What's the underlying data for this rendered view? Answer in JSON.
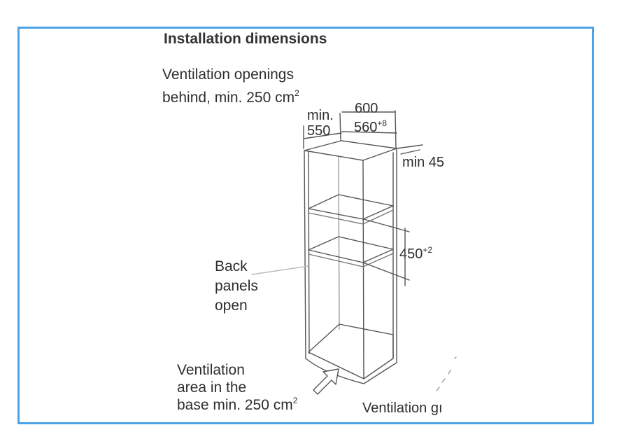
{
  "title": "Installation dimensions",
  "ventilation_behind": {
    "line1": "Ventilation openings",
    "line2": "behind, min. 250 cm",
    "sup": "2"
  },
  "dimensions": {
    "min_label": "min.",
    "depth": "550",
    "width_outer": "600",
    "width_inner": "560",
    "width_inner_tol": "+8",
    "top_gap": "min 45",
    "shelf_gap": "450",
    "shelf_gap_tol": "+2"
  },
  "back_panels": {
    "line1": "Back",
    "line2": "panels",
    "line3": "open"
  },
  "ventilation_base": {
    "line1": "Ventilation",
    "line2": "area in the",
    "line3": "base min. 250 cm",
    "sup": "2"
  },
  "ventilation_grille": "Ventilation gı",
  "colors": {
    "frame": "#4ea3e6",
    "line": "#555555",
    "text": "#2e2e2e"
  }
}
